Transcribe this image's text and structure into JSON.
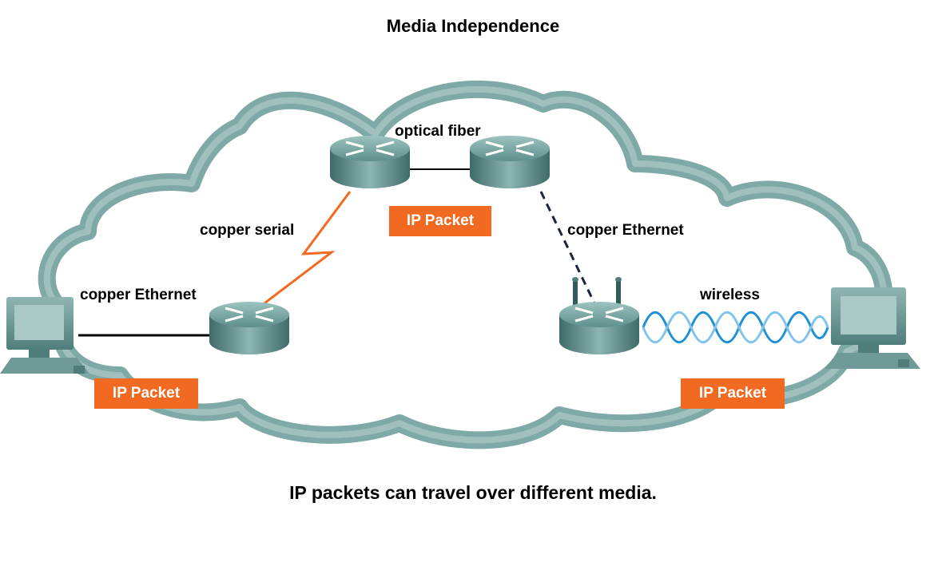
{
  "title": "Media Independence",
  "caption": "IP packets can travel over different media.",
  "labels": {
    "optical_fiber": "optical fiber",
    "copper_serial": "copper serial",
    "copper_ethernet_left": "copper Ethernet",
    "copper_ethernet_right": "copper Ethernet",
    "wireless": "wireless"
  },
  "packets": {
    "left": "IP Packet",
    "center": "IP Packet",
    "right": "IP Packet"
  },
  "colors": {
    "cloud": "#7fa9a6",
    "packet": "#f26a21",
    "serial_link": "#f26a21",
    "wireless_wave": "#1e90d6",
    "router": "#5f8f8b"
  }
}
